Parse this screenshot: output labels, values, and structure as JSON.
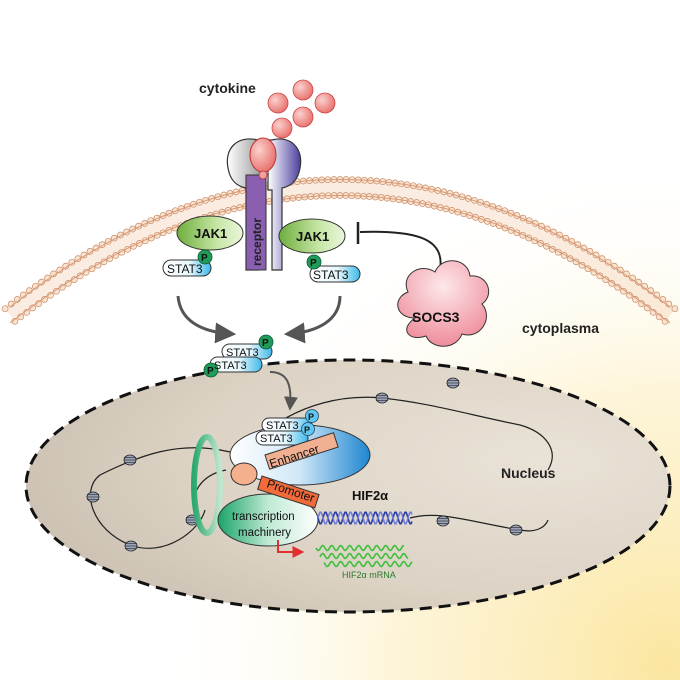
{
  "labels": {
    "cytokine": "cytokine",
    "receptor": "receptor",
    "jak1": "JAK1",
    "stat3": "STAT3",
    "phospho": "P",
    "socs3": "SOCS3",
    "cytoplasma": "cytoplasma",
    "nucleus": "Nucleus",
    "enhancer": "Enhancer",
    "promoter": "Promoter",
    "transcription_line1": "transcription",
    "transcription_line2": "machinery",
    "hif2a": "HIF2α",
    "hif2a_mrna": "HIF2α mRNA"
  },
  "colors": {
    "membrane": "#f0c9a6",
    "cytoplasm_glow": "#fbe9a8",
    "nucleus_fill": "#d9d1c4",
    "cytokine": "#f08a85",
    "receptor_grey": "#b7b7b7",
    "receptor_purple": "#7d5ba6",
    "receptor_pink": "#e96d8a",
    "jak1": "#9ed06e",
    "stat3_blue": "#5ec8f0",
    "phospho_green": "#1f9b5a",
    "socs3": "#f2a2ad",
    "enhancer": "#f2b092",
    "promoter": "#f06a3a",
    "machinery": "#2bb37a",
    "enhancer_complex": "#2d8fd6",
    "dna_helix": "#3a4fb3",
    "mrna": "#3fbf3f",
    "tss_arrow": "#e03030"
  }
}
